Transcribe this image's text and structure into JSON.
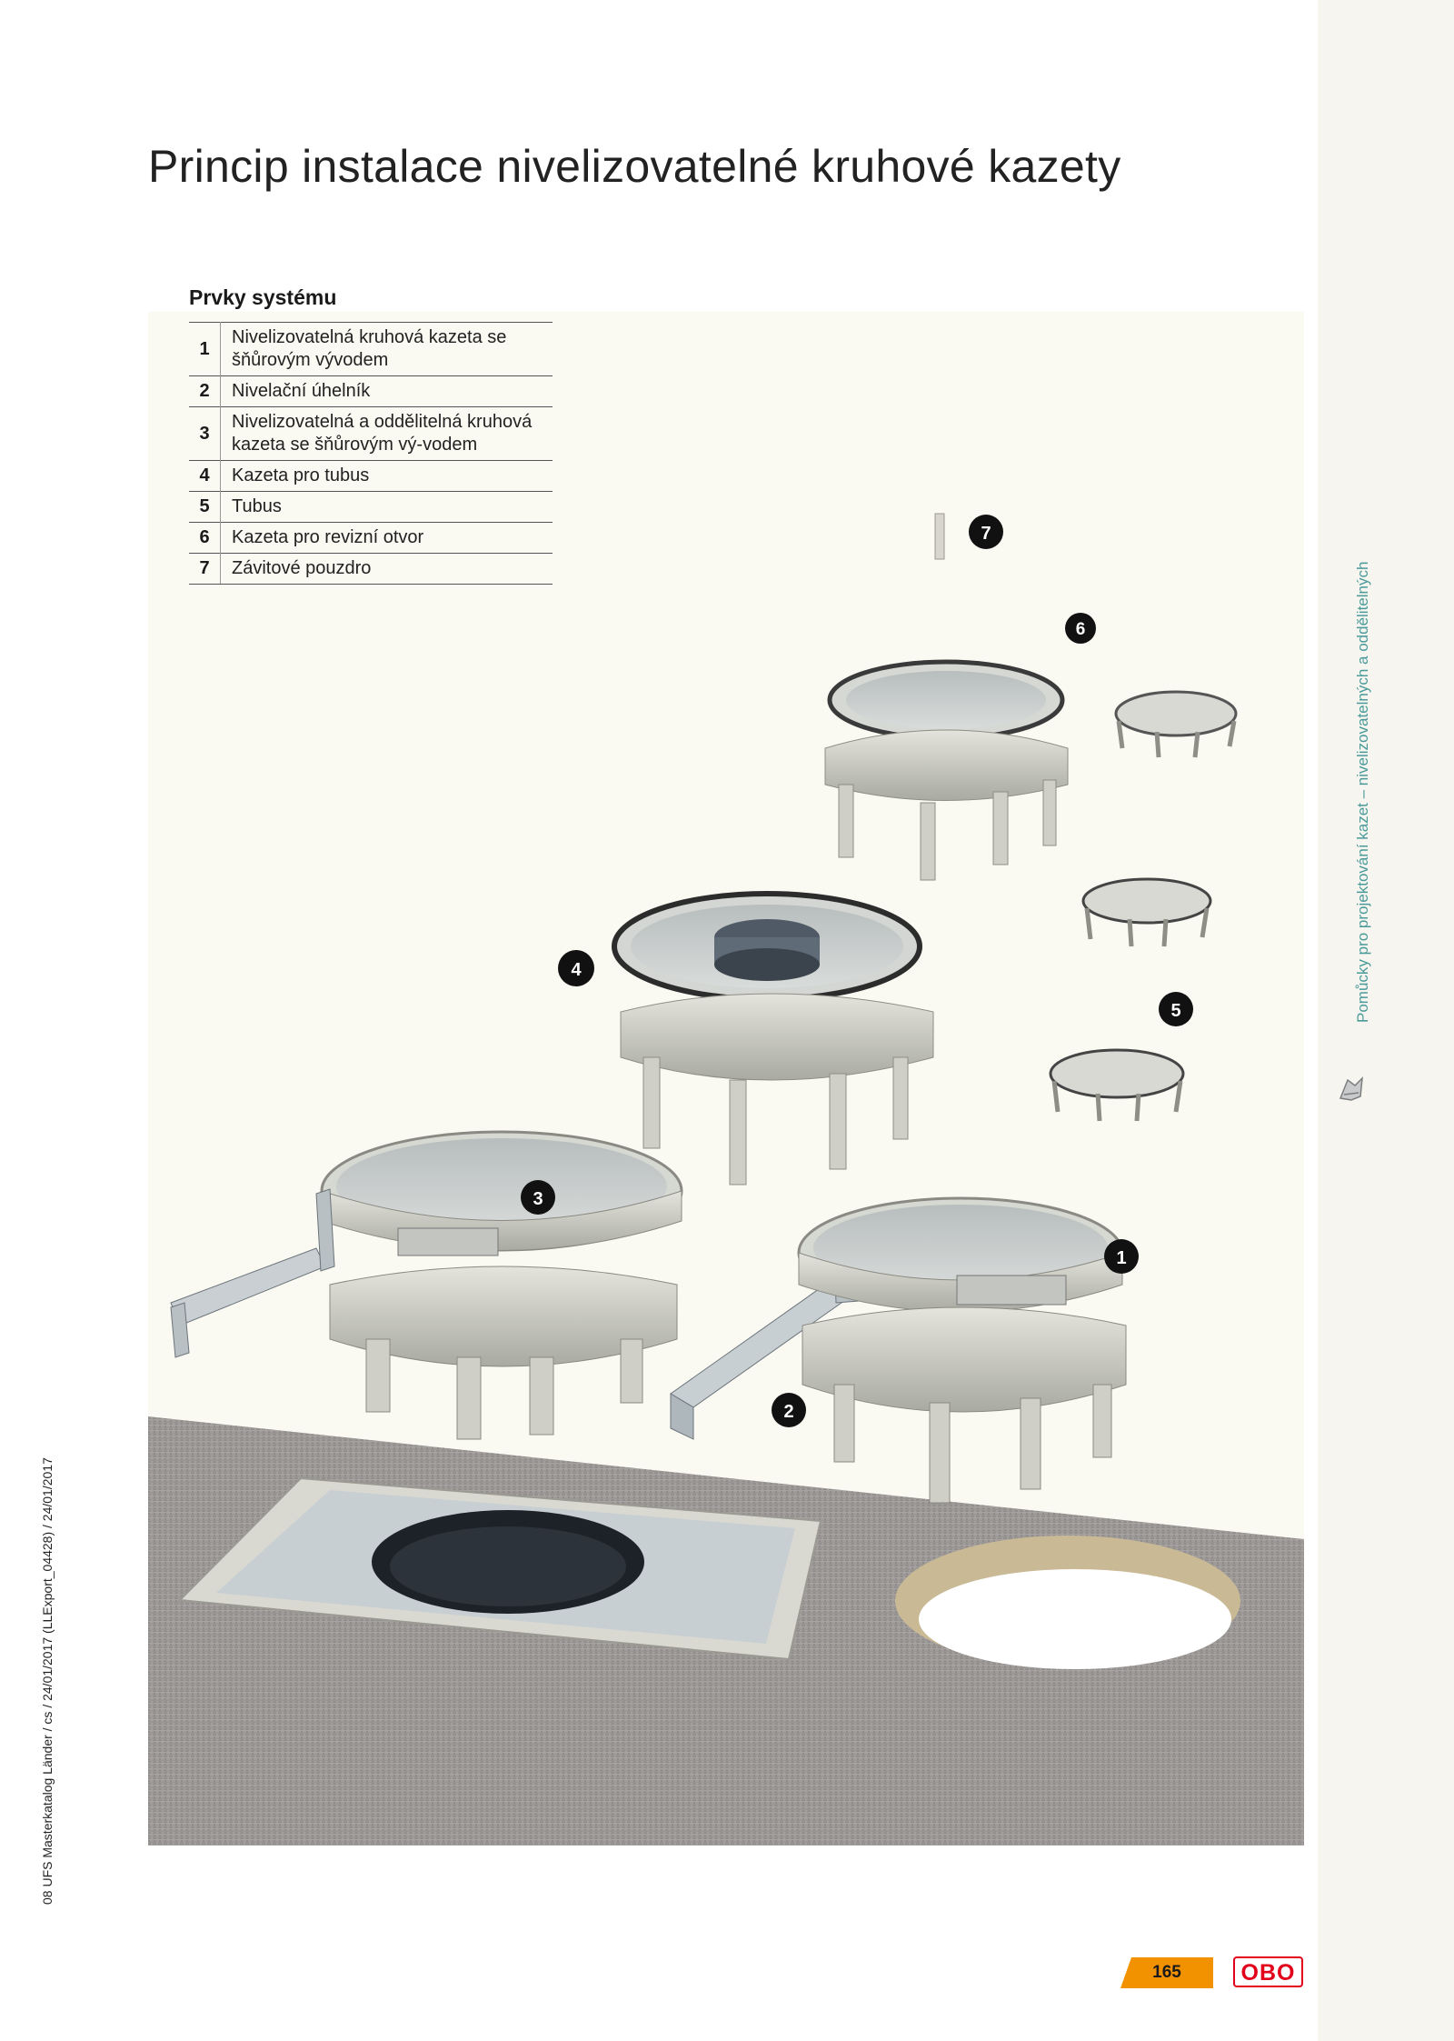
{
  "header": {
    "title": "Princip instalace nivelizovatelné kruhové kazety"
  },
  "parts_list": {
    "heading": "Prvky systému",
    "items": [
      {
        "num": "1",
        "label": "Nivelizovatelná kruhová kazeta se šňůrovým vývodem"
      },
      {
        "num": "2",
        "label": "Nivelační úhelník"
      },
      {
        "num": "3",
        "label": "Nivelizovatelná a oddělitelná kruhová kazeta se šňůrovým vý-vodem"
      },
      {
        "num": "4",
        "label": "Kazeta pro tubus"
      },
      {
        "num": "5",
        "label": "Tubus"
      },
      {
        "num": "6",
        "label": "Kazeta pro revizní otvor"
      },
      {
        "num": "7",
        "label": "Závitové pouzdro"
      }
    ]
  },
  "callouts": [
    "1",
    "2",
    "3",
    "4",
    "5",
    "6",
    "7"
  ],
  "sidebar": {
    "section_text": "Pomůcky pro projektování kazet – nivelizovatelných a oddělitelných"
  },
  "footer": {
    "print_info": "08 UFS Masterkatalog Länder / cs / 24/01/2017 (LLExport_04428) / 24/01/2017",
    "page_number": "165",
    "logo_text": "OBO"
  },
  "colors": {
    "accent_orange": "#f39200",
    "logo_red": "#e2001a",
    "sidebar_teal": "#4a9a9a"
  }
}
